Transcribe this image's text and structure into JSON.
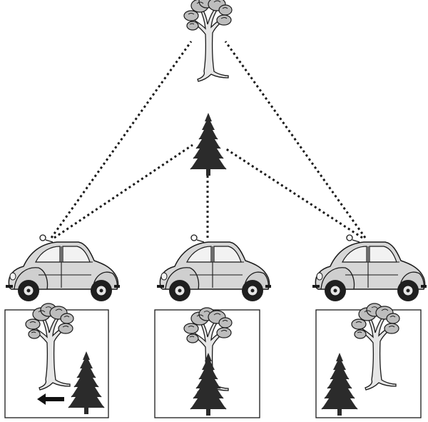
{
  "figure": {
    "topic": "parallax",
    "icons": {
      "deciduous_tree": "deciduous-tree-icon",
      "conifer_tree": "conifer-tree-icon",
      "car": "car-icon",
      "arrow": "left-arrow-icon"
    },
    "colors": {
      "background": "#ffffff",
      "line": "#1a1a1a",
      "tree_foliage": "#bdbdbd",
      "tree_trunk": "#e6e6e6",
      "conifer": "#2b2b2b",
      "car_body": "#d7d7d7",
      "car_window": "#f2f2f2",
      "tire": "#1f1f1f"
    },
    "views": [
      {
        "name": "left",
        "arrow_shown": true
      },
      {
        "name": "center",
        "arrow_shown": false
      },
      {
        "name": "right",
        "arrow_shown": false
      }
    ]
  }
}
